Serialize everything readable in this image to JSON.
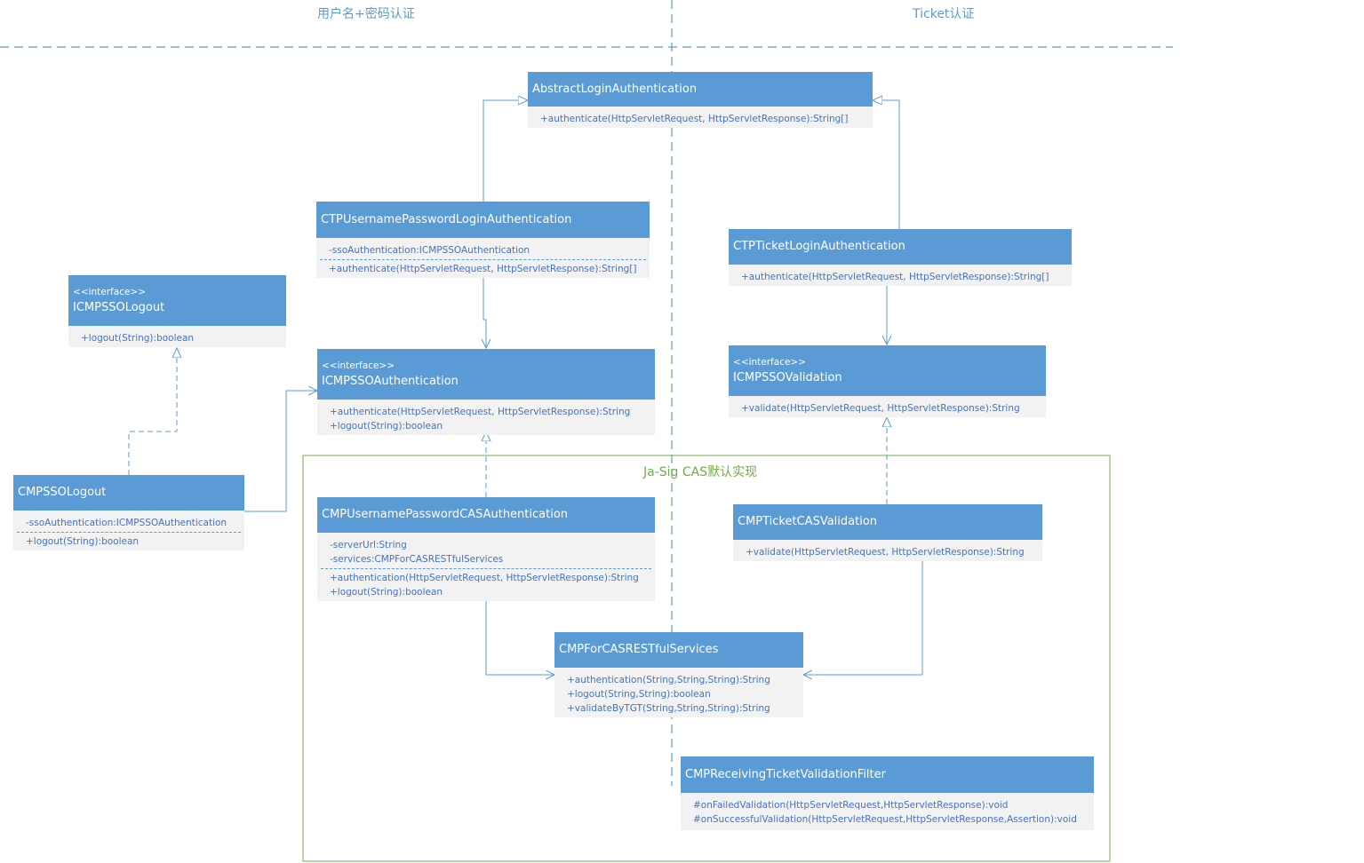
{
  "labels": {
    "left_zone": "用户名+密码认证",
    "right_zone": "Ticket认证",
    "cas_group": "Ja-Sig CAS默认实现"
  },
  "classes": {
    "abstract_login": {
      "name": "AbstractLoginAuthentication",
      "methods": [
        "+authenticate(HttpServletRequest, HttpServletResponse):String[]"
      ]
    },
    "ctp_username": {
      "name": "CTPUsernamePasswordLoginAuthentication",
      "attributes": [
        "-ssoAuthentication:ICMPSSOAuthentication"
      ],
      "methods": [
        "+authenticate(HttpServletRequest, HttpServletResponse):String[]"
      ]
    },
    "ctp_ticket": {
      "name": "CTPTicketLoginAuthentication",
      "methods": [
        "+authenticate(HttpServletRequest, HttpServletResponse):String[]"
      ]
    },
    "icmp_logout": {
      "stereotype": "<<interface>>",
      "name": "ICMPSSOLogout",
      "methods": [
        "+logout(String):boolean"
      ]
    },
    "icmp_auth": {
      "stereotype": "<<interface>>",
      "name": "ICMPSSOAuthentication",
      "methods": [
        "+authenticate(HttpServletRequest, HttpServletResponse):String",
        "+logout(String):boolean"
      ]
    },
    "icmp_validation": {
      "stereotype": "<<interface>>",
      "name": "ICMPSSOValidation",
      "methods": [
        "+validate(HttpServletRequest, HttpServletResponse):String"
      ]
    },
    "cmp_logout": {
      "name": "CMPSSOLogout",
      "attributes": [
        "-ssoAuthentication:ICMPSSOAuthentication"
      ],
      "methods": [
        "+logout(String):boolean"
      ]
    },
    "cmp_username_cas": {
      "name": "CMPUsernamePasswordCASAuthentication",
      "attributes": [
        "-serverUrl:String",
        "-services:CMPForCASRESTfulServices"
      ],
      "methods": [
        "+authentication(HttpServletRequest, HttpServletResponse):String",
        "+logout(String):boolean"
      ]
    },
    "cmp_ticket_cas": {
      "name": "CMPTicketCASValidation",
      "methods": [
        "+validate(HttpServletRequest, HttpServletResponse):String"
      ]
    },
    "cmp_restful": {
      "name": "CMPForCASRESTfulServices",
      "methods": [
        "+authentication(String,String,String):String",
        "+logout(String,String):boolean",
        "+validateByTGT(String,String,String):String"
      ]
    },
    "cmp_filter": {
      "name": "CMPReceivingTicketValidationFilter",
      "methods": [
        "#onFailedValidation(HttpServletRequest,HttpServletResponse):void",
        "#onSuccessfulValidation(HttpServletRequest,HttpServletResponse,Assertion):void"
      ]
    }
  },
  "colors": {
    "header": "#5b9bd5",
    "body": "#f2f2f2",
    "text": "#4472c4",
    "connector": "#5b9bd5",
    "group_border": "#70ad47"
  }
}
